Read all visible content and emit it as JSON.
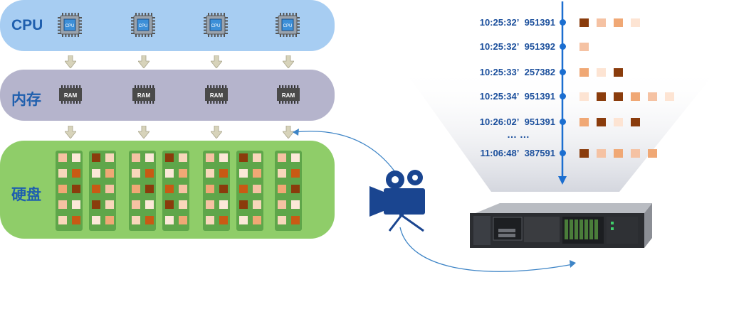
{
  "layers": {
    "cpu": {
      "label": "CPU",
      "chip_text": "CPU"
    },
    "ram": {
      "label": "内存",
      "chip_text": "RAM"
    },
    "disk": {
      "label": "硬盘"
    }
  },
  "timeline": {
    "rows": [
      {
        "time": "10:25:32’",
        "id": "951391",
        "cells": [
          "#8a3c0c",
          "#f5c2a3",
          "#f0a875",
          "#fde4d3"
        ]
      },
      {
        "time": "10:25:32’",
        "id": "951392",
        "cells": [
          "#f5c2a3"
        ]
      },
      {
        "time": "10:25:33’",
        "id": "257382",
        "cells": [
          "#f0a875",
          "#fde4d3",
          "#8a3c0c"
        ]
      },
      {
        "time": "10:25:34’",
        "id": "951391",
        "cells": [
          "#fde4d3",
          "#8a3c0c",
          "#8a3c0c",
          "#f0a875",
          "#f5c2a3",
          "#fde4d3"
        ]
      },
      {
        "time": "10:26:02’",
        "id": "951391",
        "cells": [
          "#f0a875",
          "#8a3c0c",
          "#fde4d3",
          "#8a3c0c"
        ]
      },
      {
        "time": "11:06:48’",
        "id": "387591",
        "cells": [
          "#8a3c0c",
          "#f5c2a3",
          "#f0a875",
          "#f5c2a3",
          "#f0a875"
        ]
      }
    ],
    "ellipsis": "… …"
  },
  "colors": {
    "cpu_layer": "#a7cdf2",
    "ram_layer": "#b5b4cc",
    "disk_layer": "#8fcd69",
    "timeline_blue": "#1b6ed0",
    "camera": "#1a4590"
  },
  "icons": [
    "cpu-chip-icon",
    "ram-module-icon",
    "down-arrow-icon",
    "video-camera-icon",
    "rack-server-icon"
  ]
}
